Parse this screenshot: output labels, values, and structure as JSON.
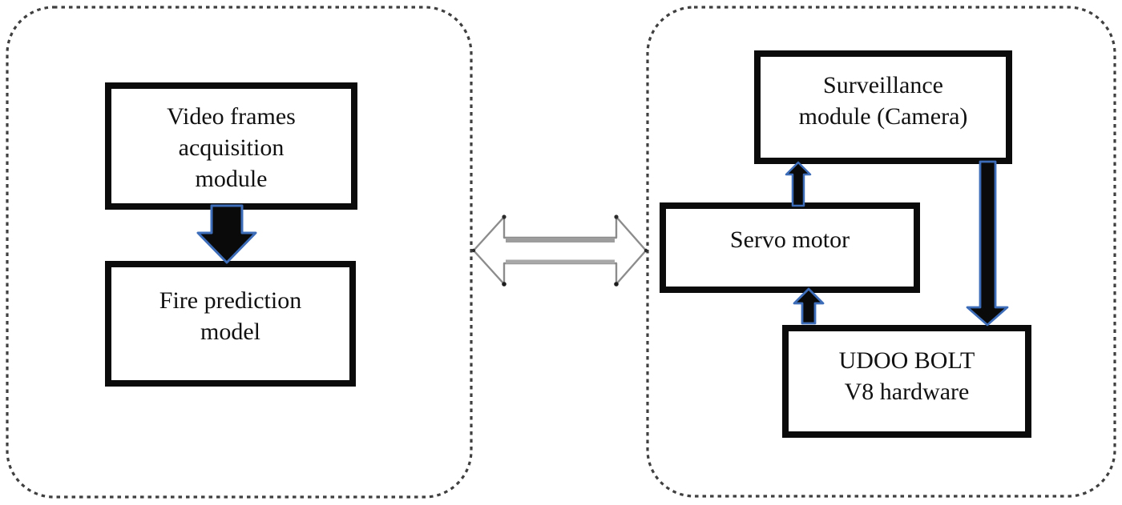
{
  "figure": {
    "description": "System architecture block diagram with two dotted rounded panels connected by a hollow double-headed arrow",
    "background": "#ffffff"
  },
  "colors": {
    "box_border": "#0b0b0b",
    "box_fill": "#ffffff",
    "text": "#111111",
    "arrow_fill": "#0a0a0a",
    "arrow_outline_blue": "#3d6db8",
    "panel_dash": "#3f3f3f",
    "double_arrow_fill": "#ffffff",
    "double_arrow_outline": "#8c8c8c",
    "double_arrow_shading": "#9d9d9d"
  },
  "left_panel": {
    "boxes": {
      "video_acquisition": {
        "lines": [
          "Video frames",
          "acquisition",
          "module"
        ]
      },
      "fire_prediction": {
        "lines": [
          "Fire prediction",
          "model"
        ]
      }
    },
    "connections": [
      {
        "from": "video_acquisition",
        "to": "fire_prediction",
        "style": "black-down-arrow-blue-outline"
      }
    ]
  },
  "right_panel": {
    "boxes": {
      "surveillance": {
        "lines": [
          "Surveillance",
          "module (Camera)"
        ]
      },
      "servo_motor": {
        "lines": [
          "Servo motor"
        ]
      },
      "udoo_bolt": {
        "lines": [
          "UDOO BOLT",
          "V8 hardware"
        ]
      }
    },
    "connections": [
      {
        "from": "servo_motor",
        "to": "surveillance",
        "style": "black-up-arrow-blue-outline"
      },
      {
        "from": "udoo_bolt",
        "to": "servo_motor",
        "style": "black-up-arrow-blue-outline"
      },
      {
        "from": "surveillance",
        "to": "udoo_bolt",
        "style": "black-down-arrow-blue-outline"
      }
    ]
  },
  "link_between_panels": {
    "style": "hollow-double-headed-horizontal-arrow"
  }
}
